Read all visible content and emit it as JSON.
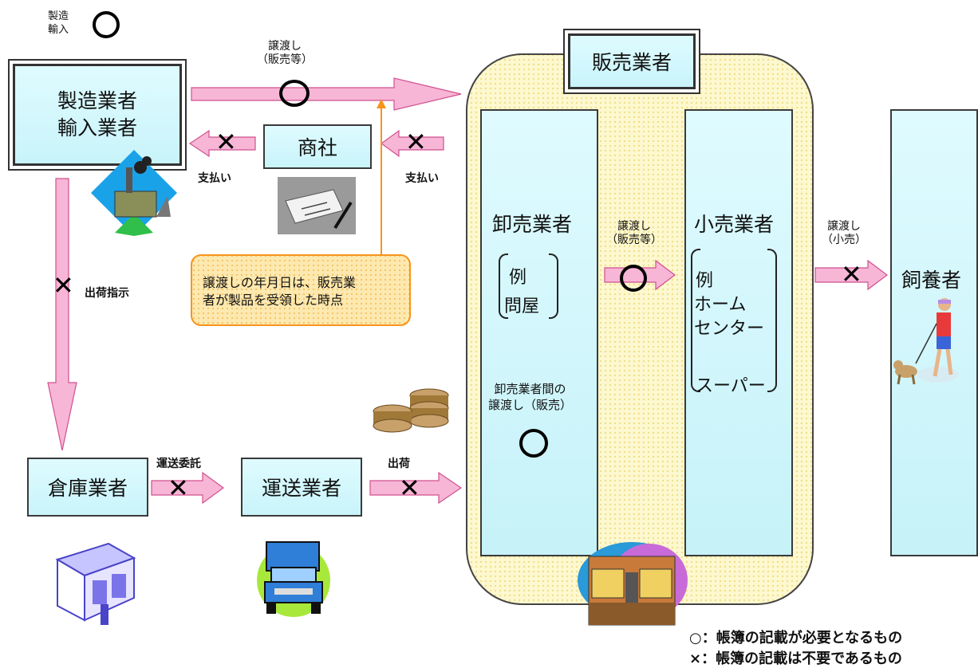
{
  "legend_top": {
    "text": "製造\n輸入"
  },
  "manufacturer": {
    "label": "製造業者\n輸入業者"
  },
  "transfer_top": {
    "label": "譲渡し\n（販売等）"
  },
  "trading_company": {
    "label": "商社"
  },
  "payment_left": {
    "label": "支払い"
  },
  "payment_right": {
    "label": "支払い"
  },
  "note": {
    "text": "譲渡しの年月日は、販売業\n者が製品を受領した時点"
  },
  "shipping_instruction": {
    "label": "出荷指示"
  },
  "warehouse": {
    "label": "倉庫業者"
  },
  "transport_consign": {
    "label": "運送委託"
  },
  "transport": {
    "label": "運送業者"
  },
  "shipment": {
    "label": "出荷"
  },
  "sellers_group": {
    "label": "販売業者"
  },
  "wholesaler": {
    "title": "卸売業者",
    "example_label": "例",
    "example_value": "問屋",
    "inter_transfer": "卸売業者間の\n譲渡し（販売）"
  },
  "transfer_mid": {
    "label": "譲渡し\n（販売等）"
  },
  "retailer": {
    "title": "小売業者",
    "example_label": "例",
    "example_1": "ホーム\nセンター",
    "example_2": "スーパー"
  },
  "transfer_retail": {
    "label": "譲渡し\n（小売）"
  },
  "breeder": {
    "label": "飼養者"
  },
  "legend": {
    "circle_text": "○：帳簿の記載が必要となるもの",
    "cross_text": "×：帳簿の記載は不要であるもの"
  },
  "colors": {
    "arrow_pink": "#f7b6d6",
    "box_cyan": "#d4f8fc",
    "seller_yellow": "#fbf5c0",
    "note_orange": "#f7941d"
  },
  "icons": [
    "factory-icon",
    "check-pen-icon",
    "warehouse-icon",
    "truck-icon",
    "cans-icon",
    "shop-icon",
    "dog-walker-icon"
  ]
}
